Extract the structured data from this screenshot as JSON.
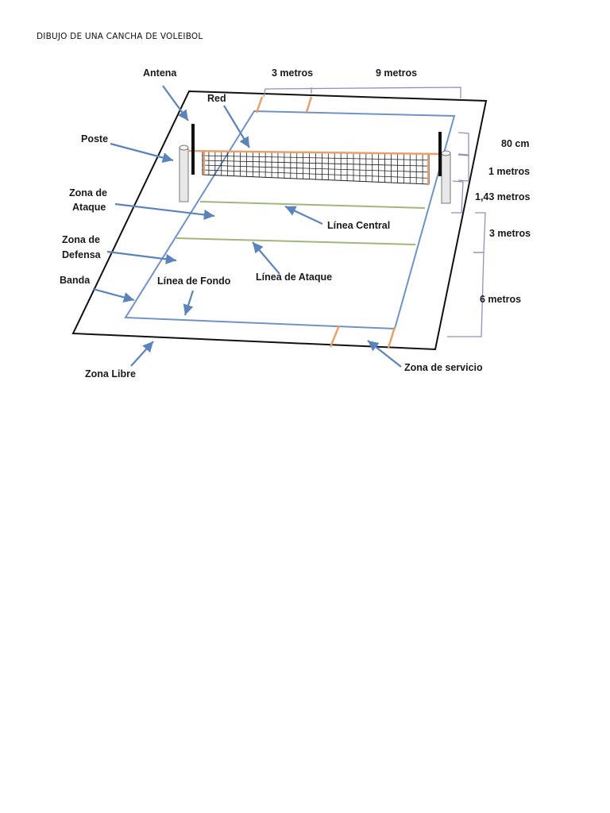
{
  "title": "DIBUJO DE UNA CANCHA DE VOLEIBOL",
  "colors": {
    "court_line": "#6f93c6",
    "outline": "#111111",
    "orange": "#e8a06a",
    "green_line": "#9fb87a",
    "arrow": "#5b84bb",
    "bracket": "#9a8bbf"
  },
  "labels": {
    "antena": "Antena",
    "red": "Red",
    "poste": "Poste",
    "zona_ataque_1": "Zona de",
    "zona_ataque_2": "Ataque",
    "zona_defensa_1": "Zona de",
    "zona_defensa_2": "Defensa",
    "banda": "Banda",
    "linea_fondo": "Línea de Fondo",
    "linea_ataque": "Línea de Ataque",
    "linea_central": "Línea Central",
    "zona_libre": "Zona Libre",
    "zona_servicio": "Zona de servicio"
  },
  "measurements": {
    "top_3": "3 metros",
    "top_9": "9 metros",
    "cm80": "80 cm",
    "m1": "1 metros",
    "m143": "1,43 metros",
    "m3": "3 metros",
    "m6": "6 metros"
  }
}
